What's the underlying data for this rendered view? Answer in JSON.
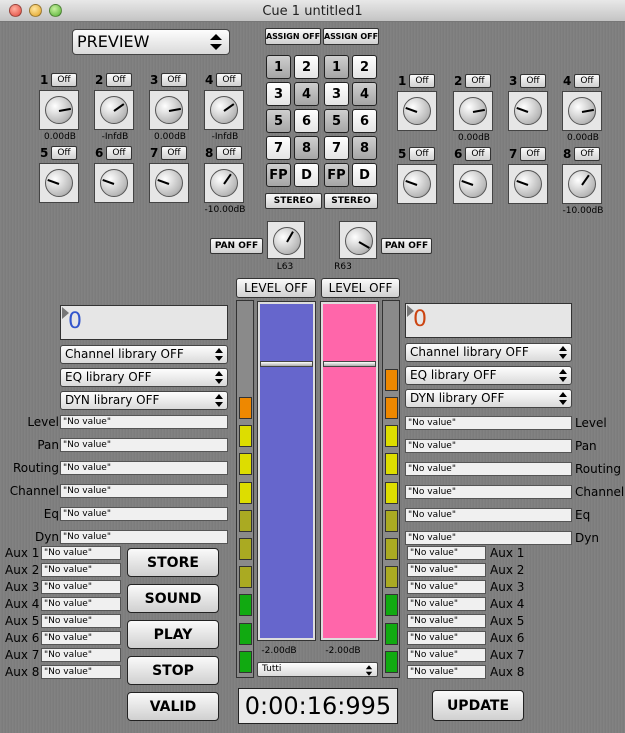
{
  "window": {
    "title": "Cue 1 untitled1"
  },
  "mode_select": {
    "value": "PREVIEW"
  },
  "assign_buttons": [
    "ASSIGN OFF",
    "ASSIGN OFF"
  ],
  "left_channels": [
    {
      "num": "1",
      "btn": "Off",
      "value": "0.00dB",
      "angle": -10
    },
    {
      "num": "2",
      "btn": "Off",
      "value": "-InfdB",
      "angle": -35
    },
    {
      "num": "3",
      "btn": "Off",
      "value": "0.00dB",
      "angle": -10
    },
    {
      "num": "4",
      "btn": "Off",
      "value": "-InfdB",
      "angle": -35
    },
    {
      "num": "5",
      "btn": "Off",
      "value": "",
      "angle": 200
    },
    {
      "num": "6",
      "btn": "Off",
      "value": "",
      "angle": 200
    },
    {
      "num": "7",
      "btn": "Off",
      "value": "",
      "angle": 200
    },
    {
      "num": "8",
      "btn": "Off",
      "value": "-10.00dB",
      "angle": -55
    }
  ],
  "right_channels": [
    {
      "num": "1",
      "btn": "Off",
      "value": "",
      "angle": 200
    },
    {
      "num": "2",
      "btn": "Off",
      "value": "0.00dB",
      "angle": -10
    },
    {
      "num": "3",
      "btn": "Off",
      "value": "",
      "angle": 200
    },
    {
      "num": "4",
      "btn": "Off",
      "value": "0.00dB",
      "angle": -10
    },
    {
      "num": "5",
      "btn": "Off",
      "value": "",
      "angle": 200
    },
    {
      "num": "6",
      "btn": "Off",
      "value": "",
      "angle": 200
    },
    {
      "num": "7",
      "btn": "Off",
      "value": "",
      "angle": 200
    },
    {
      "num": "8",
      "btn": "Off",
      "value": "-10.00dB",
      "angle": -55
    }
  ],
  "grid": {
    "rows": [
      [
        "1",
        "2",
        "1",
        "2"
      ],
      [
        "3",
        "4",
        "3",
        "4"
      ],
      [
        "5",
        "6",
        "5",
        "6"
      ],
      [
        "7",
        "8",
        "7",
        "8"
      ],
      [
        "FP",
        "D",
        "FP",
        "D"
      ]
    ],
    "stereo": [
      "STEREO",
      "STEREO"
    ]
  },
  "pan": {
    "left_btn": "PAN OFF",
    "right_btn": "PAN OFF",
    "left_value": "L63",
    "right_value": "R63"
  },
  "level_buttons": [
    "LEVEL OFF",
    "LEVEL OFF"
  ],
  "left_panel": {
    "display": "0",
    "channel_library": "Channel library OFF",
    "eq_library": "EQ library OFF",
    "dyn_library": "DYN library OFF"
  },
  "right_panel": {
    "display": "0",
    "channel_library": "Channel library OFF",
    "eq_library": "EQ library OFF",
    "dyn_library": "DYN library OFF"
  },
  "params": [
    {
      "label": "Level",
      "value": "\"No value\""
    },
    {
      "label": "Pan",
      "value": "\"No value\""
    },
    {
      "label": "Routing",
      "value": "\"No value\""
    },
    {
      "label": "Channel",
      "value": "\"No value\""
    },
    {
      "label": "Eq",
      "value": "\"No value\""
    },
    {
      "label": "Dyn",
      "value": "\"No value\""
    }
  ],
  "aux": [
    {
      "label": "Aux 1",
      "value": "\"No value\""
    },
    {
      "label": "Aux 2",
      "value": "\"No value\""
    },
    {
      "label": "Aux 3",
      "value": "\"No value\""
    },
    {
      "label": "Aux 4",
      "value": "\"No value\""
    },
    {
      "label": "Aux 5",
      "value": "\"No value\""
    },
    {
      "label": "Aux 6",
      "value": "\"No value\""
    },
    {
      "label": "Aux 7",
      "value": "\"No value\""
    },
    {
      "label": "Aux 8",
      "value": "\"No value\""
    }
  ],
  "actions": {
    "store": "STORE",
    "sound": "SOUND",
    "play": "PLAY",
    "stop": "STOP",
    "valid": "VALID",
    "update": "UPDATE"
  },
  "faders": {
    "left_value": "-2.00dB",
    "right_value": "-2.00dB",
    "group": "Tutti",
    "left_color": "#6666cc",
    "right_color": "#ff66aa",
    "left_level": 0.83,
    "right_level": 0.83
  },
  "timecode": "0:00:16:995",
  "colors": {
    "left_display_text": "#3355cc",
    "right_display_text": "#cc4411",
    "meter_orange": "#ee8800",
    "meter_yellow": "#dddd00",
    "meter_olive": "#aaaa22",
    "meter_green": "#11aa11"
  }
}
